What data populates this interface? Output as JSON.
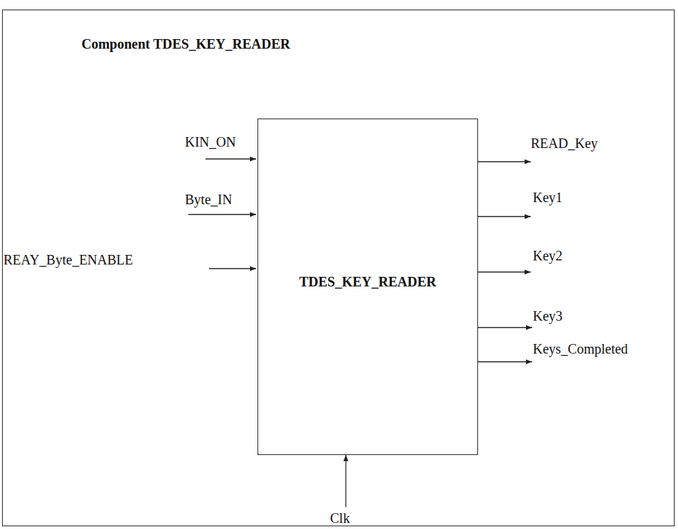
{
  "diagram": {
    "nodes": [
      {
        "text": [
          "Component TDES_KEY_READER"
        ]
      },
      {
        "text": [
          "TDES_KEY_READER"
        ],
        "in": 0
      }
    ],
    "labels": [
      "KIN_ON",
      "Byte_IN",
      "REAY_Byte_ENABLE",
      "READ_Key",
      "Key1",
      "Key2",
      "Key3",
      "Keys_Completed",
      "Clk"
    ]
  }
}
